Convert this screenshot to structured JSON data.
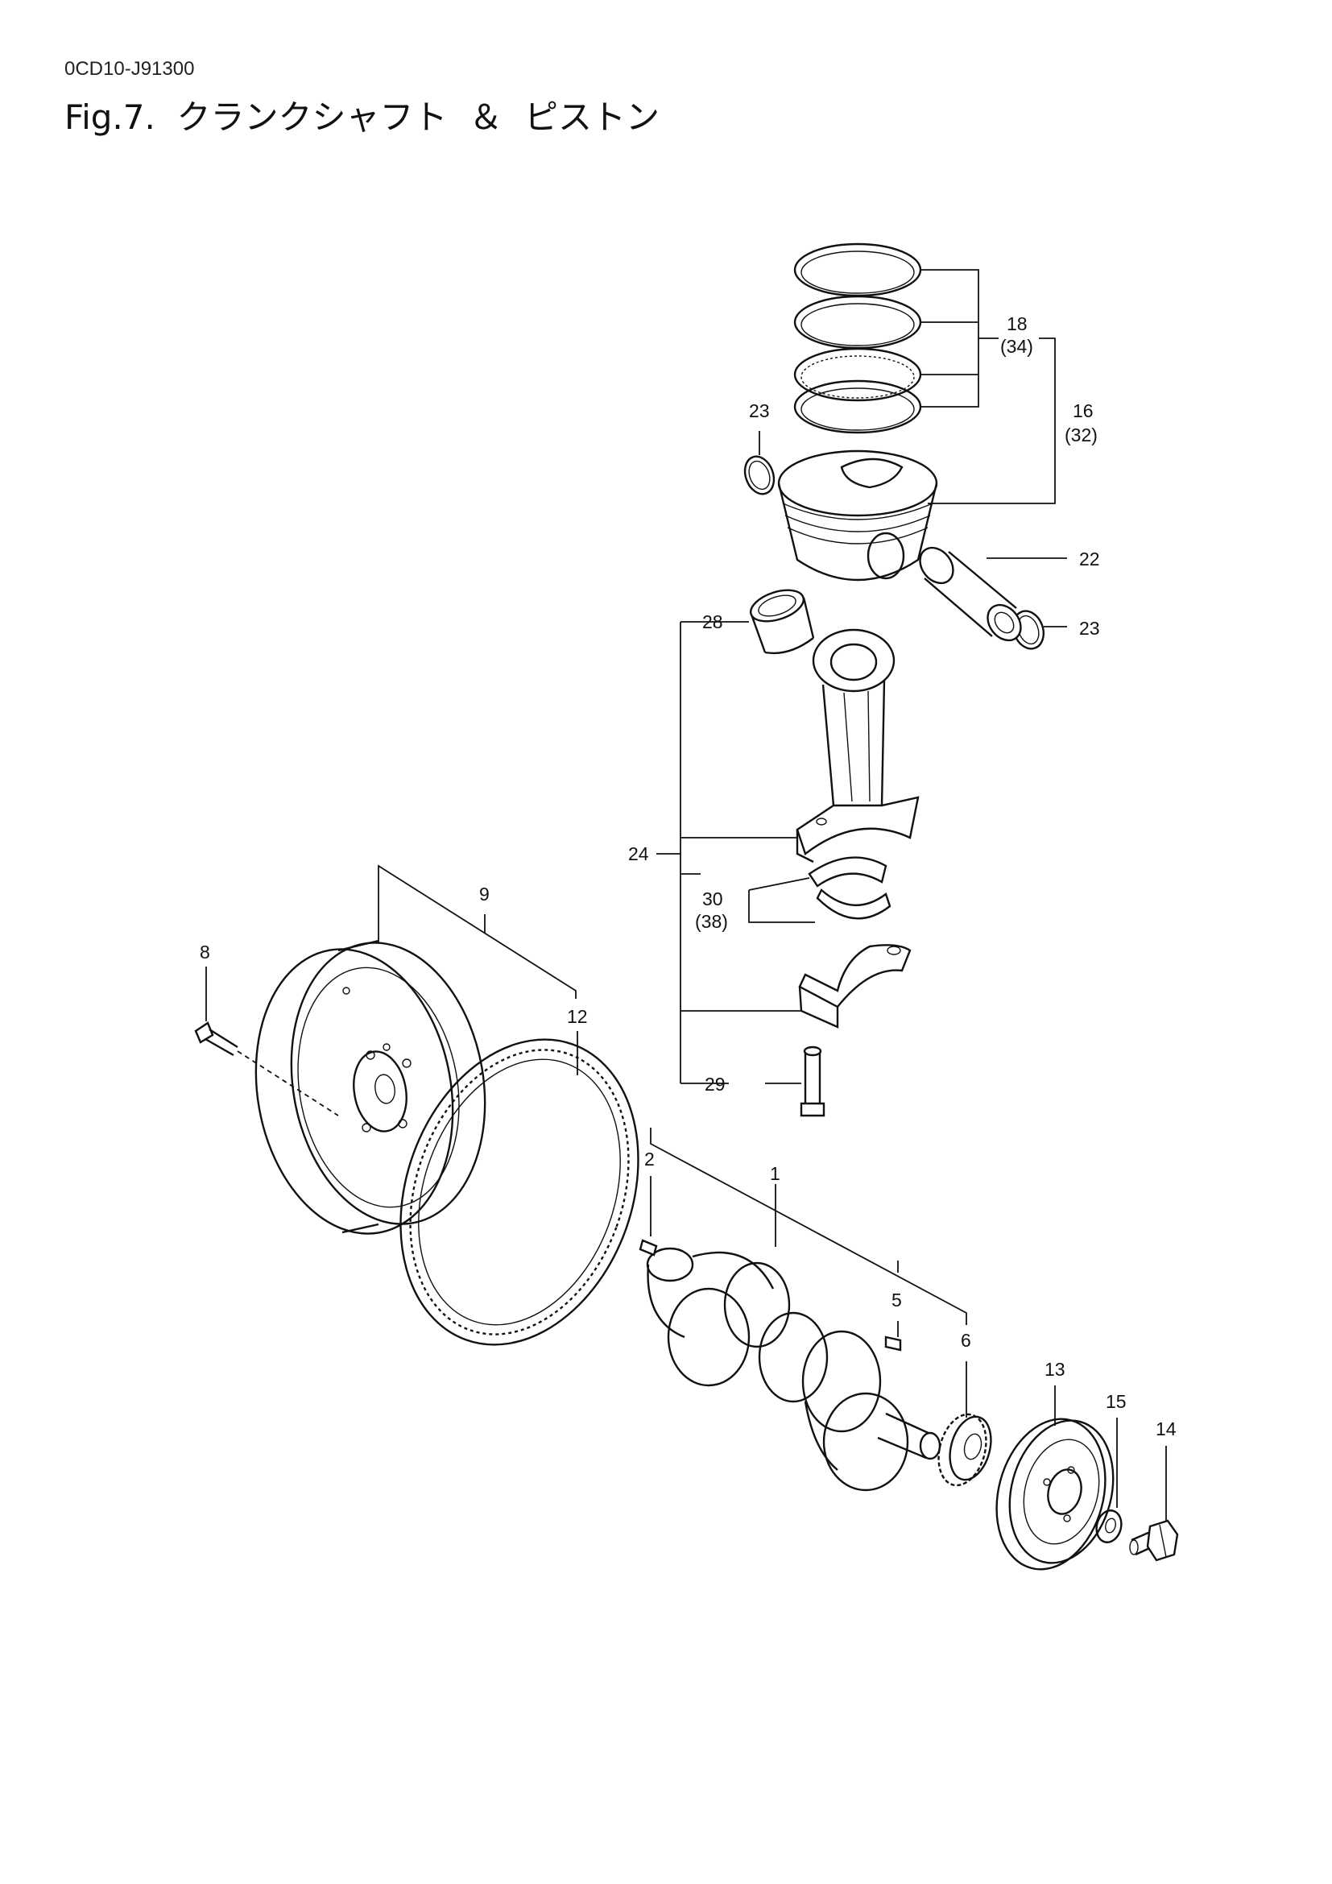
{
  "header": {
    "code": "0CD10-J91300",
    "title": "Fig.7.  クランクシャフト  ＆  ピストン"
  },
  "callouts": [
    {
      "id": "c18",
      "text": "18"
    },
    {
      "id": "c34",
      "text": "(34)"
    },
    {
      "id": "c16",
      "text": "16"
    },
    {
      "id": "c32",
      "text": "(32)"
    },
    {
      "id": "c23a",
      "text": "23"
    },
    {
      "id": "c22",
      "text": "22"
    },
    {
      "id": "c23b",
      "text": "23"
    },
    {
      "id": "c28",
      "text": "28"
    },
    {
      "id": "c24",
      "text": "24"
    },
    {
      "id": "c30",
      "text": "30"
    },
    {
      "id": "c38",
      "text": "(38)"
    },
    {
      "id": "c29",
      "text": "29"
    },
    {
      "id": "c9",
      "text": "9"
    },
    {
      "id": "c8",
      "text": "8"
    },
    {
      "id": "c12",
      "text": "12"
    },
    {
      "id": "c2",
      "text": "2"
    },
    {
      "id": "c1",
      "text": "1"
    },
    {
      "id": "c5",
      "text": "5"
    },
    {
      "id": "c6",
      "text": "6"
    },
    {
      "id": "c13",
      "text": "13"
    },
    {
      "id": "c15",
      "text": "15"
    },
    {
      "id": "c14",
      "text": "14"
    }
  ]
}
